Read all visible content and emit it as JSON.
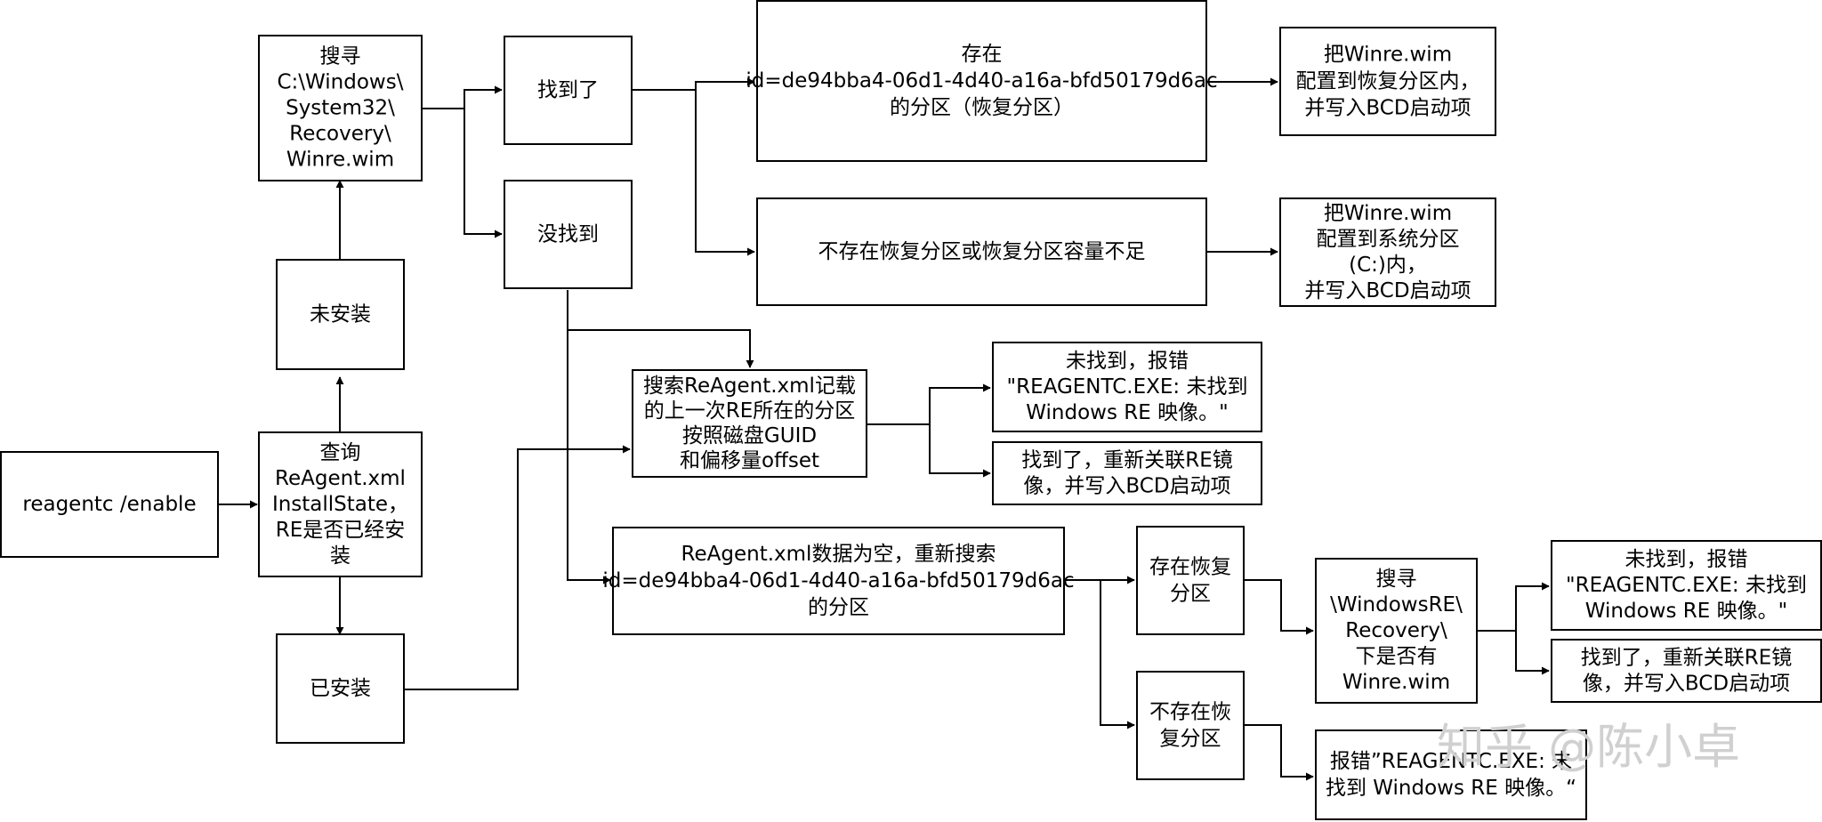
{
  "nodes": {
    "reagentc_enable": [
      "reagentc /enable"
    ],
    "query_reagent": [
      "查询",
      "ReAgent.xml",
      "InstallState，",
      "RE是否已经安",
      "装"
    ],
    "not_installed": [
      "未安装"
    ],
    "installed": [
      "已安装"
    ],
    "search_winre": [
      "搜寻",
      "C:\\Windows\\",
      "System32\\",
      "Recovery\\",
      "Winre.wim"
    ],
    "found": [
      "找到了"
    ],
    "not_found": [
      "没找到"
    ],
    "exists_partition": [
      "存在",
      "id=de94bba4-06d1-4d40-a16a-bfd50179d6ac",
      "的分区（恢复分区）"
    ],
    "no_partition": [
      "不存在恢复分区或恢复分区容量不足"
    ],
    "config_recovery": [
      "把Winre.wim",
      "配置到恢复分区内，",
      "并写入BCD启动项"
    ],
    "config_system": [
      "把Winre.wim",
      "配置到系统分区",
      "(C:)内，",
      "并写入BCD启动项"
    ],
    "search_reagent_record": [
      "搜索ReAgent.xml记载",
      "的上一次RE所在的分区",
      "按照磁盘GUID",
      "和偏移量offset"
    ],
    "not_found_error_1": [
      "未找到，报错",
      "\"REAGENTC.EXE: 未找到",
      "Windows RE 映像。\""
    ],
    "found_relink_1": [
      "找到了，重新关联RE镜",
      "像，并写入BCD启动项"
    ],
    "reagent_empty": [
      "ReAgent.xml数据为空，重新搜索",
      "id=de94bba4-06d1-4d40-a16a-bfd50179d6ac",
      "的分区"
    ],
    "exists_recovery": [
      "存在恢复",
      "分区"
    ],
    "not_exists_recovery": [
      "不存在恢",
      "复分区"
    ],
    "search_windowsre": [
      "搜寻",
      "\\WindowsRE\\",
      "Recovery\\",
      "下是否有",
      "Winre.wim"
    ],
    "not_found_error_2": [
      "未找到，报错",
      "\"REAGENTC.EXE: 未找到",
      "Windows RE 映像。\""
    ],
    "found_relink_2": [
      "找到了，重新关联RE镜",
      "像，并写入BCD启动项"
    ],
    "error_final": [
      "报错”REAGENTC.EXE: 未",
      "找到 Windows RE 映像。“"
    ]
  },
  "watermark": "知乎 @陈小卓",
  "colors": {
    "stroke": "#000000",
    "fill": "#ffffff",
    "watermark": "#d0d0d0"
  }
}
